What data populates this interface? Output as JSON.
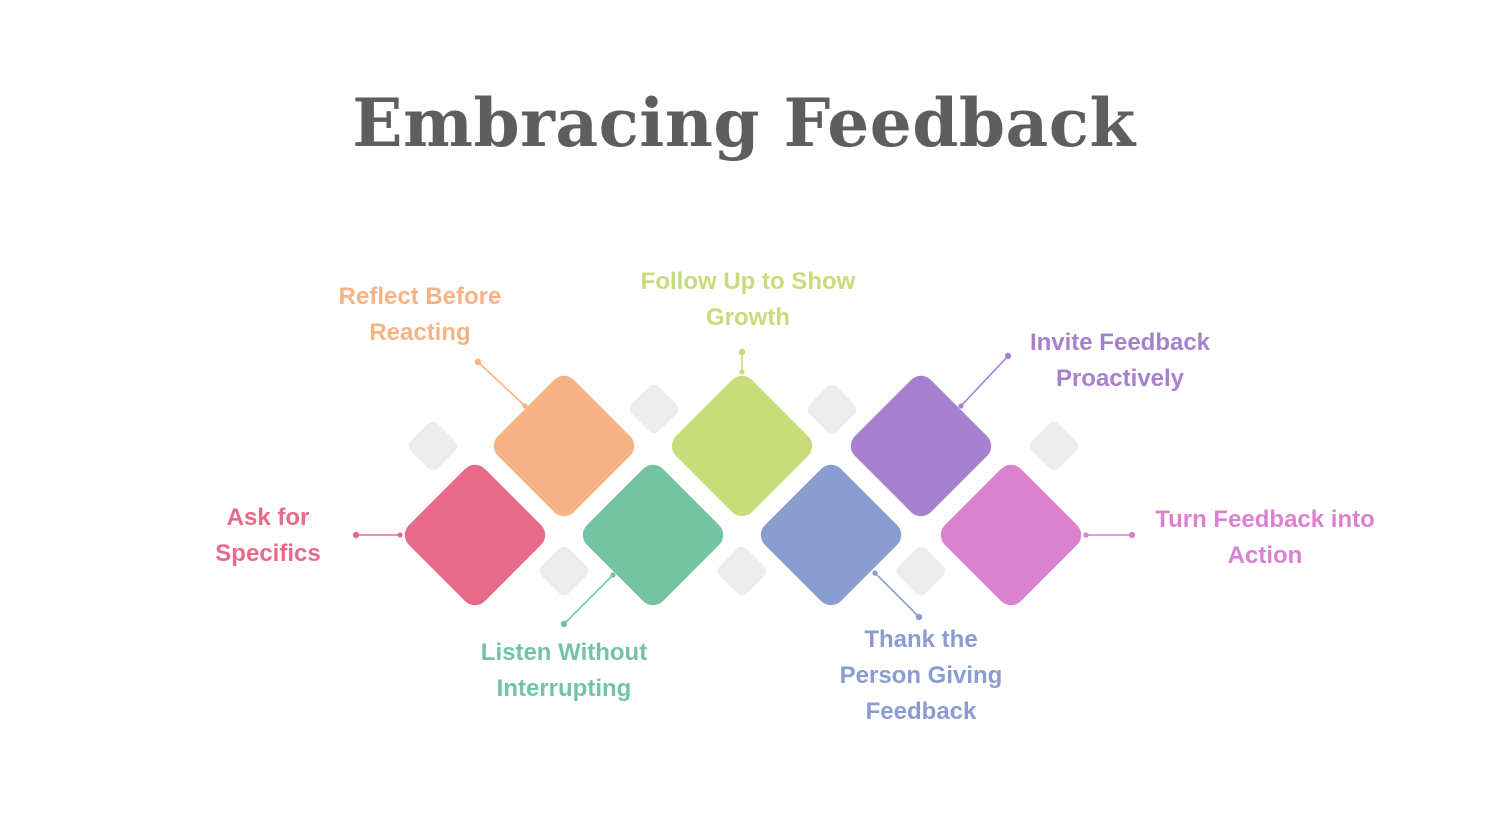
{
  "title": "Embracing Feedback",
  "colors": {
    "title": "#5e5e5e",
    "placeholder": "#ececec"
  },
  "steps": [
    {
      "label": "Ask for Specifics",
      "lines": [
        "Ask for",
        "Specifics"
      ],
      "color": "#e76a8a"
    },
    {
      "label": "Reflect Before Reacting",
      "lines": [
        "Reflect Before",
        "Reacting"
      ],
      "color": "#f6b486"
    },
    {
      "label": "Listen Without Interrupting",
      "lines": [
        "Listen Without",
        "Interrupting"
      ],
      "color": "#74c4a4"
    },
    {
      "label": "Follow Up to Show Growth",
      "lines": [
        "Follow Up to Show",
        "Growth"
      ],
      "color": "#c9dc7b"
    },
    {
      "label": "Thank the Person Giving Feedback",
      "lines": [
        "Thank the",
        "Person Giving",
        "Feedback"
      ],
      "color": "#8a9cd0"
    },
    {
      "label": "Invite Feedback Proactively",
      "lines": [
        "Invite Feedback",
        "Proactively"
      ],
      "color": "#a780cf"
    },
    {
      "label": "Turn Feedback into Action",
      "lines": [
        "Turn Feedback into",
        "Action"
      ],
      "color": "#da82d0"
    }
  ]
}
